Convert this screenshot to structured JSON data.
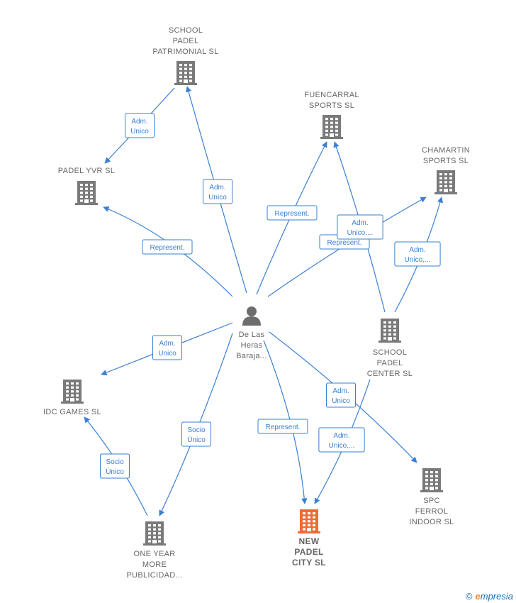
{
  "colors": {
    "edge": "#3a7fd1",
    "building": "#7a7a7a",
    "focus_building": "#f06a35",
    "person": "#6d6d6d"
  },
  "center": {
    "lines": [
      "De Las",
      "Heras",
      "Baraja..."
    ],
    "icon": "person-icon"
  },
  "companies": [
    {
      "id": "school-padel-patrimonial",
      "lines": [
        "SCHOOL",
        "PADEL",
        "PATRIMONIAL SL"
      ]
    },
    {
      "id": "padel-yvr",
      "lines": [
        "PADEL YVR SL"
      ]
    },
    {
      "id": "fuencarral-sports",
      "lines": [
        "FUENCARRAL",
        "SPORTS SL"
      ]
    },
    {
      "id": "chamartin-sports",
      "lines": [
        "CHAMARTIN",
        "SPORTS SL"
      ]
    },
    {
      "id": "school-padel-center",
      "lines": [
        "SCHOOL",
        "PADEL",
        "CENTER SL"
      ]
    },
    {
      "id": "idc-games",
      "lines": [
        "IDC GAMES SL"
      ]
    },
    {
      "id": "one-year-more",
      "lines": [
        "ONE YEAR",
        "MORE",
        "PUBLICIDAD..."
      ]
    },
    {
      "id": "new-padel-city",
      "lines": [
        "NEW",
        "PADEL",
        "CITY SL"
      ],
      "focus": true
    },
    {
      "id": "spc-ferrol",
      "lines": [
        "SPC",
        "FERROL",
        "INDOOR SL"
      ]
    }
  ],
  "relations": [
    {
      "from": "center",
      "to": "school-padel-patrimonial",
      "lines": [
        "Adm.",
        "Unico"
      ]
    },
    {
      "from": "school-padel-patrimonial",
      "to": "padel-yvr",
      "lines": [
        "Adm.",
        "Unico"
      ]
    },
    {
      "from": "center",
      "to": "padel-yvr",
      "lines": [
        "Represent."
      ]
    },
    {
      "from": "center",
      "to": "fuencarral-sports",
      "lines": [
        "Represent."
      ]
    },
    {
      "from": "center",
      "to": "chamartin-sports",
      "lines": [
        "Represent."
      ]
    },
    {
      "from": "school-padel-center",
      "to": "fuencarral-sports",
      "lines": [
        "Adm.",
        "Unico,..."
      ]
    },
    {
      "from": "school-padel-center",
      "to": "chamartin-sports",
      "lines": [
        "Adm.",
        "Unico,..."
      ]
    },
    {
      "from": "center",
      "to": "idc-games",
      "lines": [
        "Adm.",
        "Unico"
      ]
    },
    {
      "from": "center",
      "to": "one-year-more",
      "lines": [
        "Socio",
        "Único"
      ]
    },
    {
      "from": "one-year-more",
      "to": "idc-games",
      "lines": [
        "Socio",
        "Único"
      ]
    },
    {
      "from": "center",
      "to": "new-padel-city",
      "lines": [
        "Represent."
      ]
    },
    {
      "from": "center",
      "to": "spc-ferrol",
      "lines": [
        "Adm.",
        "Unico"
      ]
    },
    {
      "from": "school-padel-center",
      "to": "new-padel-city",
      "lines": [
        "Adm.",
        "Unico,..."
      ]
    }
  ],
  "footer": {
    "copyright": "©",
    "brand_initial": "e",
    "brand_rest": "mpresia"
  }
}
